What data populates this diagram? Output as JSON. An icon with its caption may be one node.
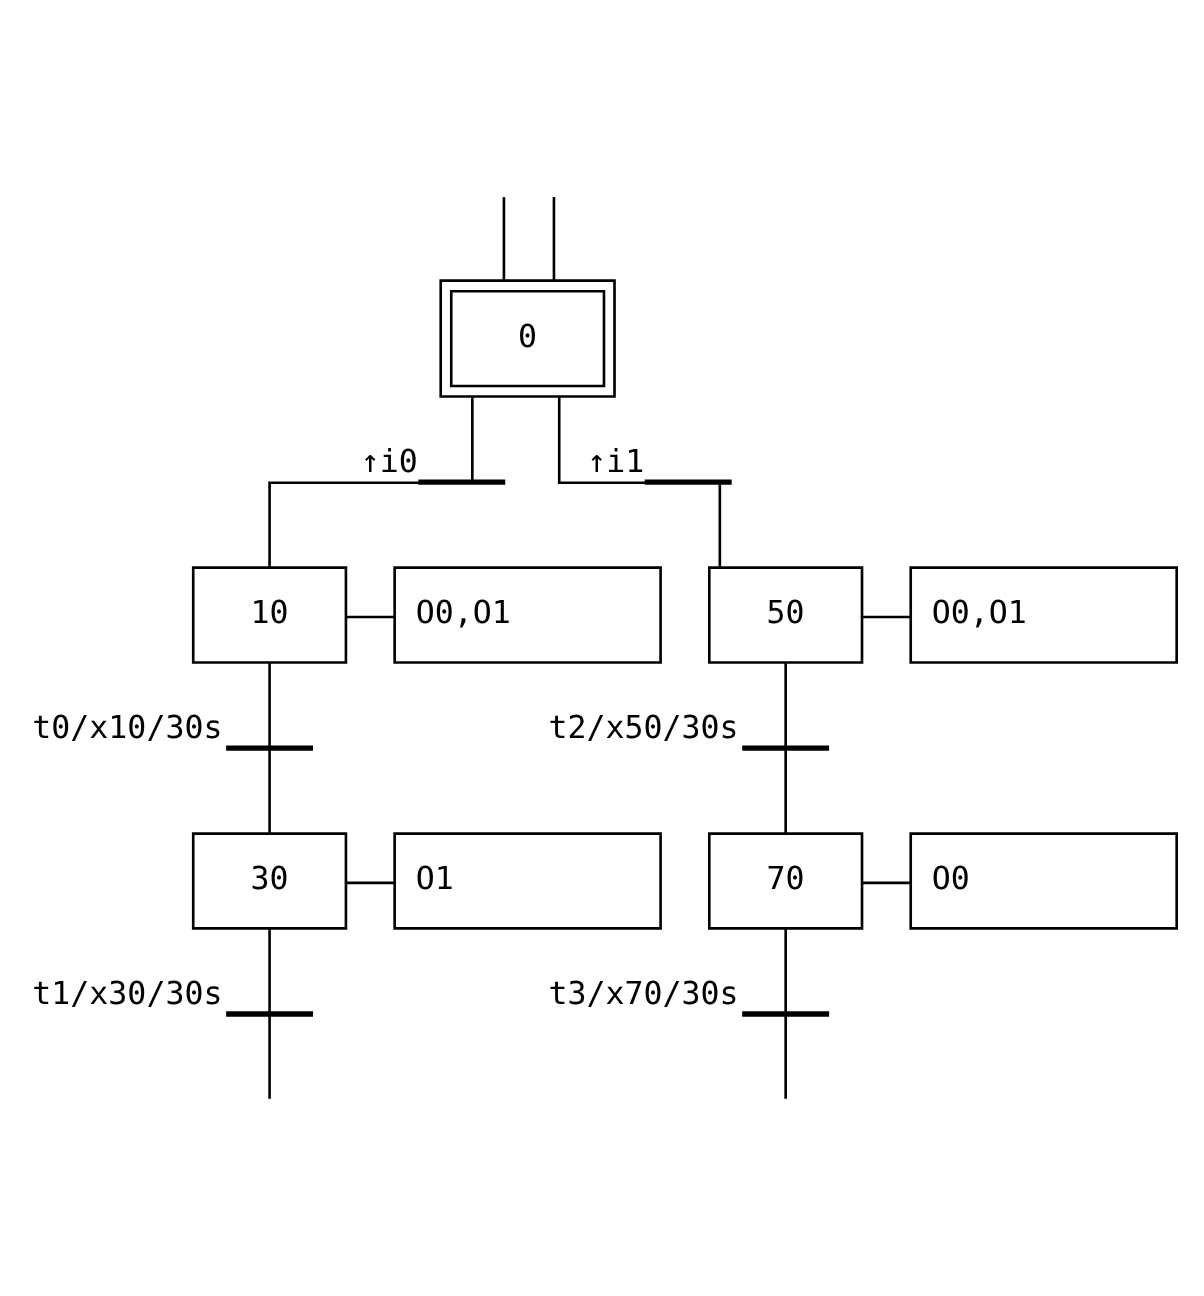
{
  "diagram": {
    "nodes": [
      {
        "text": [
          "0"
        ]
      },
      {
        "text": [],
        "shape": "bar",
        "beside": [
          "↑i0"
        ]
      },
      {
        "text": [
          "10"
        ]
      },
      {
        "text": [
          "O0,O1"
        ]
      },
      {
        "text": [],
        "shape": "bar",
        "beside": [
          "t0/x10/30s"
        ]
      },
      {
        "text": [
          "30"
        ]
      },
      {
        "text": [
          "O1"
        ]
      },
      {
        "text": [],
        "shape": "bar",
        "beside": [
          "t1/x30/30s"
        ]
      },
      {
        "text": [],
        "shape": "bar",
        "beside": [
          "↑i1"
        ]
      },
      {
        "text": [
          "50"
        ]
      },
      {
        "text": [
          "O0,O1"
        ]
      },
      {
        "text": [],
        "shape": "bar",
        "beside": [
          "t2/x50/30s"
        ]
      },
      {
        "text": [
          "70"
        ]
      },
      {
        "text": [
          "O0"
        ]
      },
      {
        "text": [],
        "shape": "bar",
        "beside": [
          "t3/x70/30s"
        ]
      }
    ],
    "edges": [
      {
        "from": null,
        "to": 0,
        "arrow": "none"
      },
      {
        "from": null,
        "to": 0,
        "arrow": "none"
      },
      {
        "from": 0,
        "to": 1,
        "arrow": "none"
      },
      {
        "from": 1,
        "to": 2,
        "arrow": "none"
      },
      {
        "from": 2,
        "to": 3,
        "arrow": "none"
      },
      {
        "from": 2,
        "to": 4,
        "arrow": "none"
      },
      {
        "from": 4,
        "to": 5,
        "arrow": "none"
      },
      {
        "from": 5,
        "to": 6,
        "arrow": "none"
      },
      {
        "from": 5,
        "to": 7,
        "arrow": "none"
      },
      {
        "from": 7,
        "to": null,
        "arrow": "none"
      },
      {
        "from": 0,
        "to": 8,
        "arrow": "none"
      },
      {
        "from": 8,
        "to": 9,
        "arrow": "none"
      },
      {
        "from": 9,
        "to": 10,
        "arrow": "none"
      },
      {
        "from": 9,
        "to": 11,
        "arrow": "none"
      },
      {
        "from": 11,
        "to": 12,
        "arrow": "none"
      },
      {
        "from": 12,
        "to": 13,
        "arrow": "none"
      },
      {
        "from": 12,
        "to": 14,
        "arrow": "none"
      },
      {
        "from": 14,
        "to": null,
        "arrow": "none"
      }
    ]
  }
}
